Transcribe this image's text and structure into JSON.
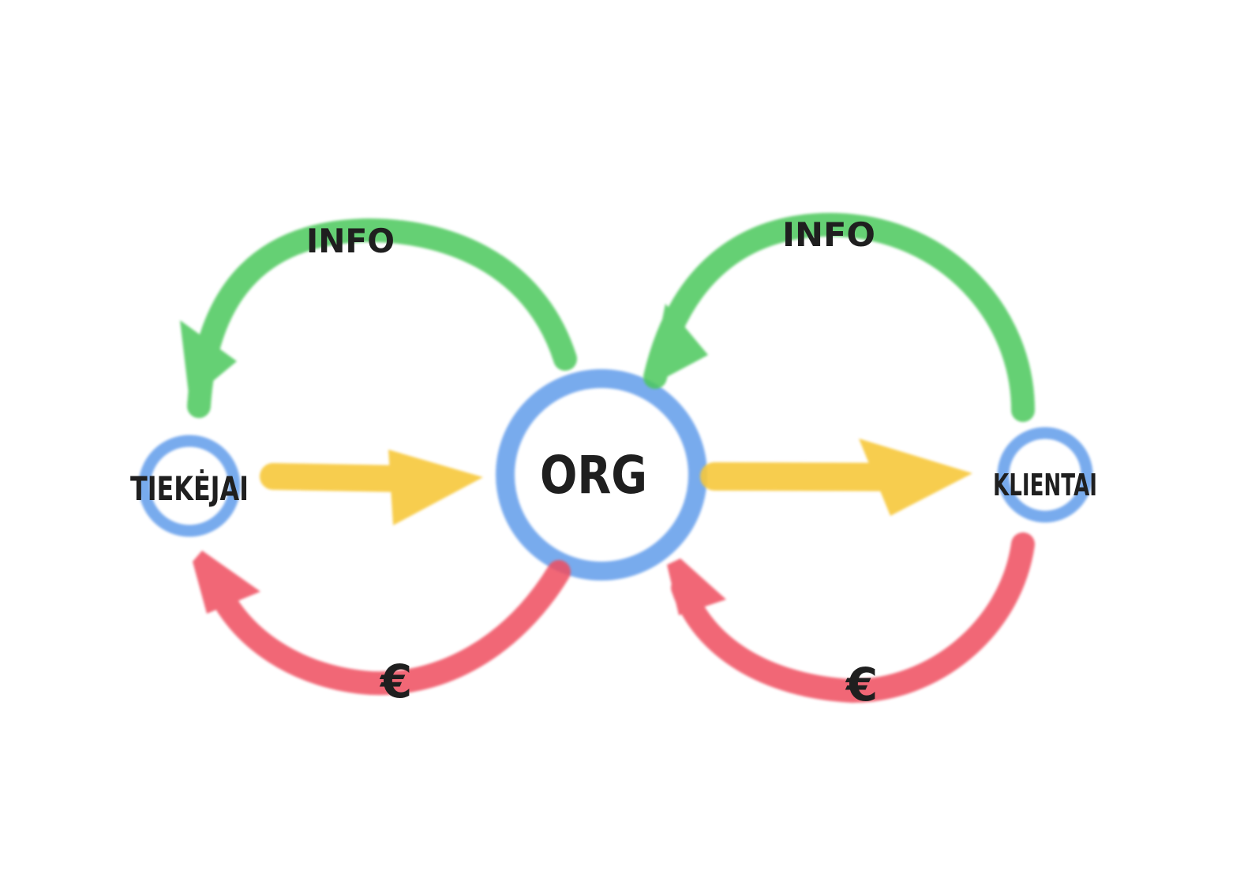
{
  "nodes": {
    "supplier": "TIEKĖJAI",
    "org": "ORG",
    "client": "KLIENTAI"
  },
  "flows": {
    "info_to_supplier": "INFO",
    "info_to_org": "INFO",
    "money_to_supplier": "€",
    "money_to_org": "€"
  },
  "colors": {
    "node_ring": "#6aa2ec",
    "info_arrow": "#4cc85b",
    "goods_arrow": "#f7c83a",
    "money_arrow": "#ef4d5f",
    "text": "#1f1f1f"
  }
}
